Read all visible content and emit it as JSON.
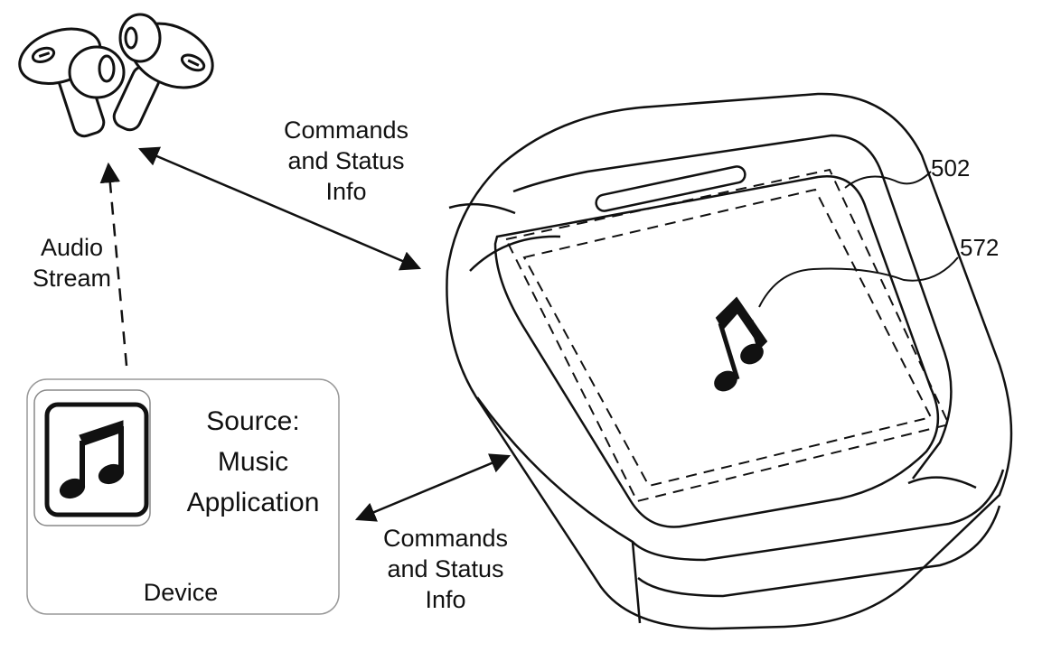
{
  "labels": {
    "commands_top": [
      "Commands",
      "and Status",
      "Info"
    ],
    "commands_bottom": [
      "Commands",
      "and Status",
      "Info"
    ],
    "audio_stream": [
      "Audio",
      "Stream"
    ],
    "source": [
      "Source:",
      "Music",
      "Application"
    ],
    "device": "Device",
    "ref_502": "502",
    "ref_572": "572"
  },
  "icons": {
    "earbuds": "earbuds-icon",
    "music_app": "music-note-icon",
    "case_music": "music-note-icon"
  }
}
